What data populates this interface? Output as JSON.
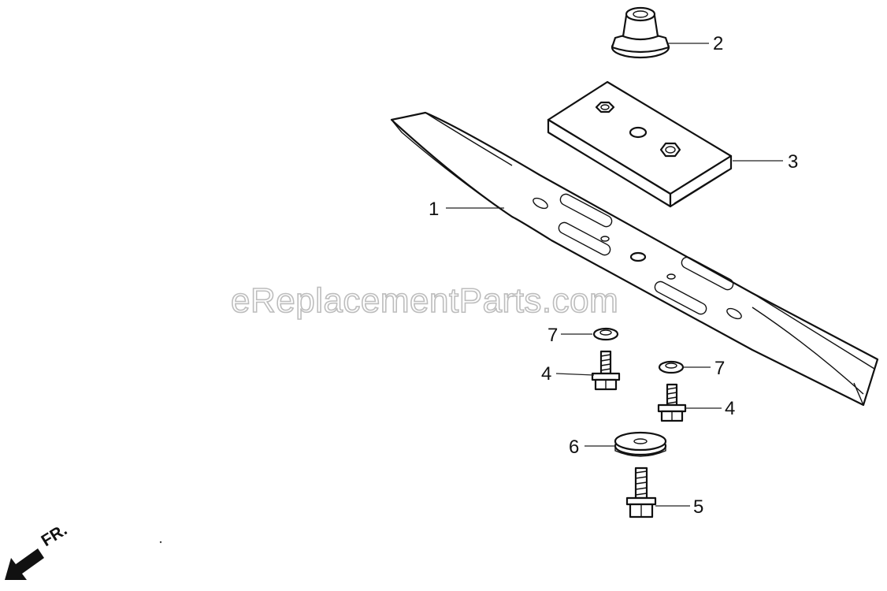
{
  "watermark": "eReplacementParts.com",
  "direction_label": "FR.",
  "callouts": {
    "blade": "1",
    "bushing": "2",
    "stiffener": "3",
    "bolt_upper": "4",
    "bolt_right": "4",
    "bolt_center": "5",
    "washer": "6",
    "nut_upper": "7",
    "nut_right": "7"
  },
  "icons": {
    "blade": "mower-blade-icon",
    "bushing": "blade-adapter-bushing-icon",
    "stiffener": "blade-stiffener-plate-icon",
    "bolt": "flange-bolt-icon",
    "washer": "blade-washer-icon",
    "nut": "lock-nut-icon",
    "arrow": "front-direction-arrow-icon"
  }
}
